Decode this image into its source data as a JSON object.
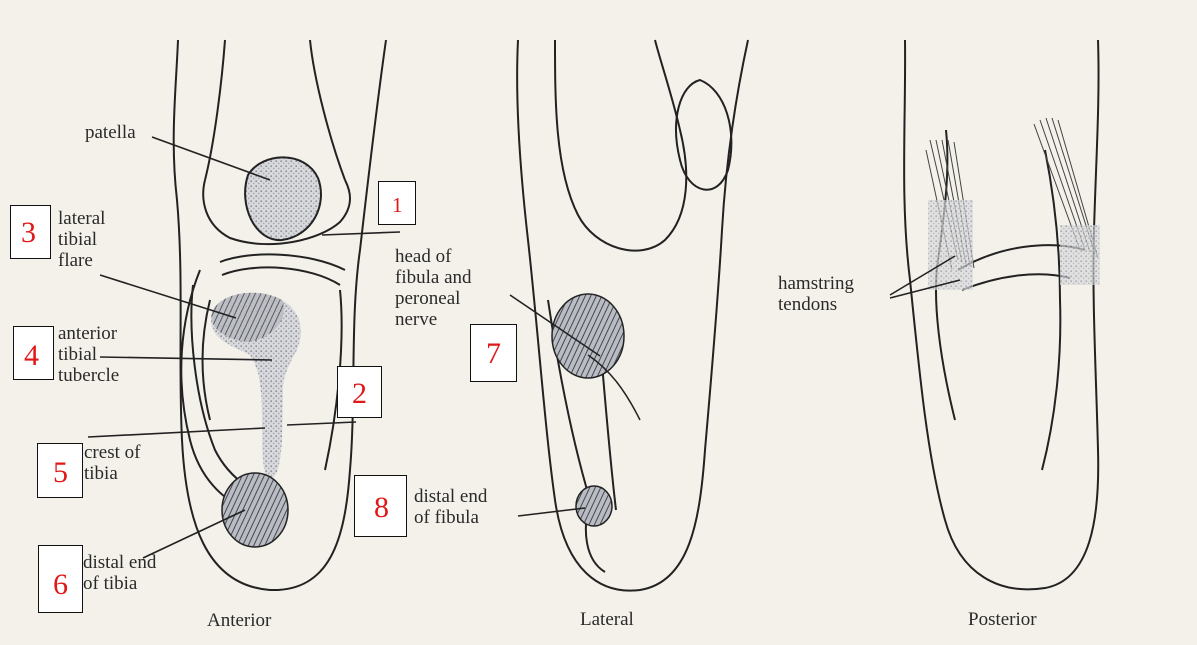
{
  "labels": {
    "patella": "patella",
    "lateral_tibial_flare": "lateral\ntibial\nflare",
    "anterior_tibial_tubercle": "anterior\ntibial\ntubercle",
    "crest_of_tibia": "crest of\ntibia",
    "distal_end_of_tibia": "distal end\nof tibia",
    "head_of_fibula": "head of\nfibula and\nperoneal\nnerve",
    "distal_end_of_fibula": "distal end\nof fibula",
    "hamstring_tendons": "hamstring\ntendons"
  },
  "views": {
    "anterior": "Anterior",
    "lateral": "Lateral",
    "posterior": "Posterior"
  },
  "markers": [
    "1",
    "2",
    "3",
    "4",
    "5",
    "6",
    "7",
    "8"
  ],
  "colors": {
    "marker_number": "#e01818",
    "line": "#222222",
    "background": "#f4f1ea"
  }
}
